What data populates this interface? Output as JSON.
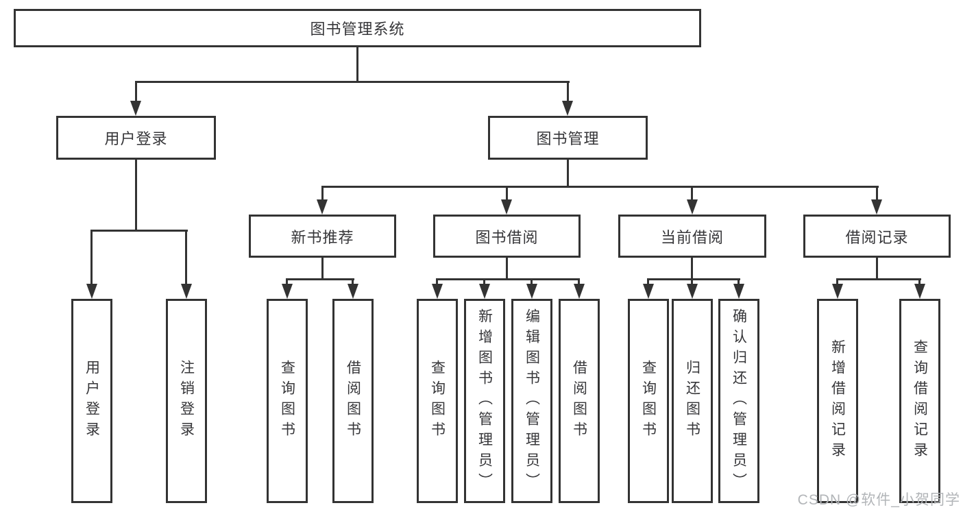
{
  "tree": {
    "root": "图书管理系统",
    "children": [
      {
        "label": "用户登录",
        "children": [
          "用户登录",
          "注销登录"
        ]
      },
      {
        "label": "图书管理",
        "children": [
          {
            "label": "新书推荐",
            "children": [
              "查询图书",
              "借阅图书"
            ]
          },
          {
            "label": "图书借阅",
            "children": [
              "查询图书",
              "新增图书（管理员）",
              "编辑图书（管理员）",
              "借阅图书"
            ]
          },
          {
            "label": "当前借阅",
            "children": [
              "查询图书",
              "归还图书",
              "确认归还（管理员）"
            ]
          },
          {
            "label": "借阅记录",
            "children": [
              "新增借阅记录",
              "查询借阅记录"
            ]
          }
        ]
      }
    ]
  },
  "watermark": {
    "text": "CSDN @软件_小贺同学"
  },
  "colors": {
    "line": "#333333",
    "text": "#363639",
    "watermark": "#b2b5b8",
    "background": "#ffffff"
  }
}
